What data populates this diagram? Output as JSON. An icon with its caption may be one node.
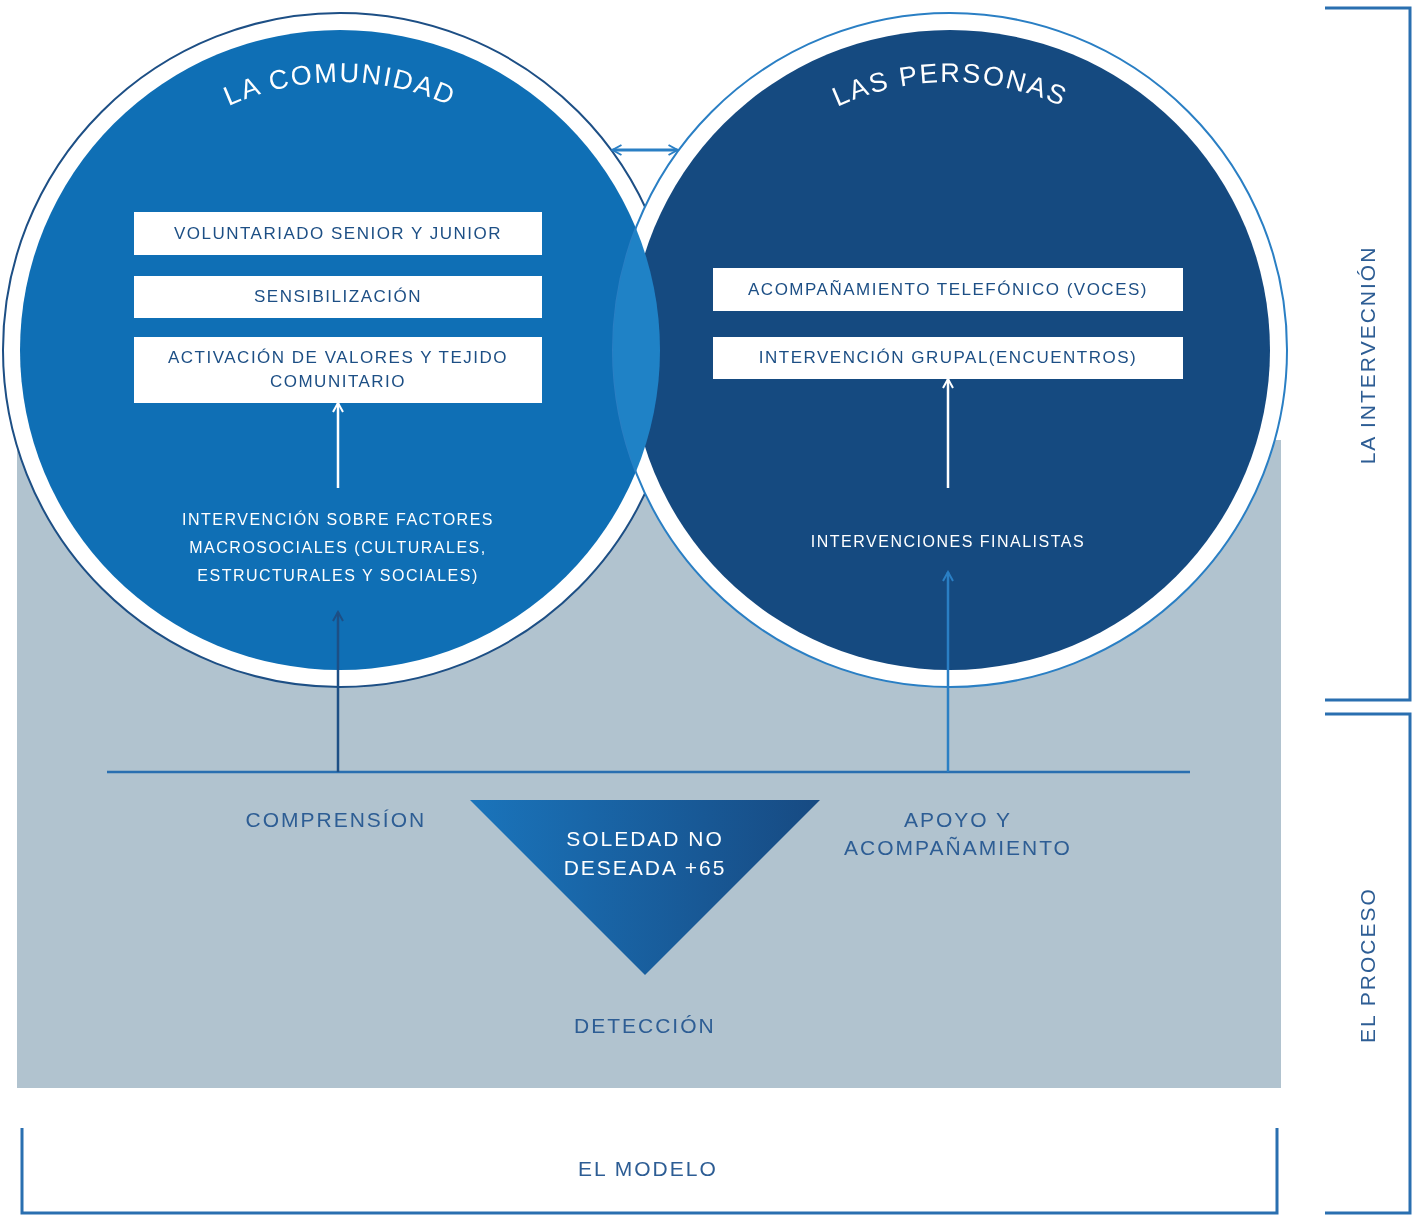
{
  "diagram": {
    "nodes": [
      {
        "text": [
          "LA COMUNIDAD"
        ]
      },
      {
        "text": [
          "VOLUNTARIADO SENIOR Y JUNIOR"
        ],
        "in": 0
      },
      {
        "text": [
          "SENSIBILIZACIÓN"
        ],
        "in": 0
      },
      {
        "text": [
          "ACTIVACIÓN DE VALORES Y TEJIDO COMUNITARIO"
        ],
        "in": 0
      },
      {
        "text": [
          "INTERVENCIÓN SOBRE FACTORES MACROSOCIALES (CULTURALES, ESTRUCTURALES Y SOCIALES)"
        ],
        "in": 0
      },
      {
        "text": [
          "LAS PERSONAS"
        ]
      },
      {
        "text": [
          "ACOMPAÑAMIENTO TELEFÓNICO (VOCES)"
        ],
        "in": 5
      },
      {
        "text": [
          "INTERVENCIÓN GRUPAL(ENCUENTROS)"
        ],
        "in": 5
      },
      {
        "text": [
          "INTERVENCIONES FINALISTAS"
        ],
        "in": 5
      },
      {
        "text": [
          "SOLEDAD NO DESEADA +65"
        ]
      }
    ],
    "edges": [
      {
        "from": 0,
        "to": 5,
        "arrow": "both",
        "color": "#2a7fc4"
      },
      {
        "from": 4,
        "to": 3,
        "arrow": "to",
        "color": "#ffffff"
      },
      {
        "from": 8,
        "to": 7,
        "arrow": "to",
        "color": "#ffffff"
      },
      {
        "from": null,
        "to": 4,
        "arrow": "to",
        "color": "#1d4f85"
      },
      {
        "from": null,
        "to": 8,
        "arrow": "to",
        "color": "#2a7fc4"
      }
    ],
    "labels": [
      "LA INTERVECNIÓN",
      "COMPRENSÍON",
      "APOYO Y ACOMPAÑAMIENTO",
      "EL PROCESO",
      "DETECCIÓN",
      "EL MODELO"
    ]
  }
}
